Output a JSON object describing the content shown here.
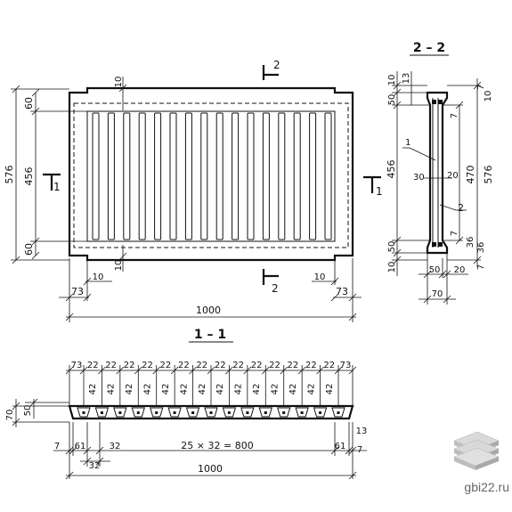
{
  "plan": {
    "width_label": "1000",
    "height_label": "576",
    "inner_height_label": "456",
    "end_band_top": "60",
    "end_band_bottom": "60",
    "edge_offset_left": "73",
    "edge_offset_right": "73",
    "gap_top": "10",
    "gap_bottom_left": "10",
    "gap_bottom_mid": "10",
    "gap_bottom_right": "10",
    "cut_1_left": "1",
    "cut_1_right": "1",
    "cut_2_top": "2",
    "cut_2_bottom": "2"
  },
  "section_1": {
    "title": "1 – 1",
    "top_labels": [
      "73",
      "22",
      "22",
      "22",
      "22",
      "22",
      "22",
      "22",
      "22",
      "22",
      "22",
      "22",
      "22",
      "22",
      "22",
      "73"
    ],
    "rib_labels": [
      "42",
      "42",
      "42",
      "42",
      "42",
      "42",
      "42",
      "42",
      "42",
      "42",
      "42",
      "42",
      "42",
      "42"
    ],
    "height_outer": "70",
    "height_inner": "50",
    "bottom_left_7": "7",
    "bottom_left_61": "61",
    "bottom_left_32": "32",
    "bottom_left_32b": "32",
    "formula": "25 × 32 = 800",
    "bottom_right_61": "61",
    "bottom_right_7": "7",
    "bottom_right_13": "13",
    "total": "1000"
  },
  "section_2": {
    "title": "2 – 2",
    "left_10": "10",
    "left_13": "13",
    "left_50": "50",
    "left_456": "456",
    "left_50b": "50",
    "left_10b": "10",
    "right_7": "7",
    "right_10": "10",
    "right_7b": "7",
    "right_470": "470",
    "right_576": "576",
    "right_7c": "7",
    "right_36": "36",
    "right_36b": "36",
    "right_7d": "7",
    "mid_30": "30",
    "mid_20": "20",
    "leader_1": "1",
    "leader_2": "2",
    "bottom_50": "50",
    "bottom_20": "20",
    "bottom_70": "70"
  },
  "watermark": {
    "site": "gbi22.ru",
    "logo_icon": "stacked-slabs-icon"
  }
}
